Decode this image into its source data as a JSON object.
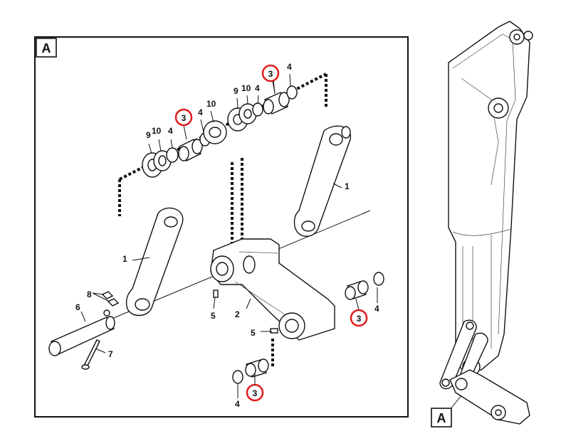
{
  "detail_box": {
    "label": "A"
  },
  "overview": {
    "label": "A"
  },
  "callouts": {
    "link_left": "1",
    "link_right": "1",
    "rocker": "2",
    "bush_top_left": "3",
    "bush_top_right": "3",
    "bush_right": "3",
    "bush_bottom": "3",
    "seal_top_left": "4",
    "seal_top_mid": "4",
    "seal_top_right1": "4",
    "seal_top_right2": "4",
    "seal_right": "4",
    "seal_bottom": "4",
    "nipple_left": "5",
    "nipple_right": "5",
    "pin": "6",
    "bolt": "7",
    "nut": "8",
    "shim_left": "9",
    "shim_right": "9",
    "washer_left": "10",
    "washer_mid": "10",
    "washer_right": "10"
  },
  "highlight_color": "#e11d1d"
}
